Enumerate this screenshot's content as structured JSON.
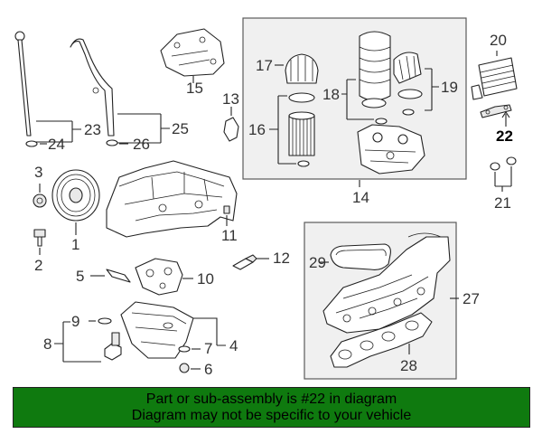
{
  "diagram": {
    "callouts": {
      "c1": "1",
      "c2": "2",
      "c3": "3",
      "c4": "4",
      "c5": "5",
      "c6": "6",
      "c7": "7",
      "c8": "8",
      "c9": "9",
      "c10": "10",
      "c11": "11",
      "c12": "12",
      "c13": "13",
      "c14": "14",
      "c15": "15",
      "c16": "16",
      "c17": "17",
      "c18": "18",
      "c19": "19",
      "c20": "20",
      "c21": "21",
      "c22": "22",
      "c23": "23",
      "c24": "24",
      "c25": "25",
      "c26": "26",
      "c27": "27",
      "c28": "28",
      "c29": "29"
    },
    "highlighted_part": "22",
    "colors": {
      "banner": "#0f7a0f",
      "group_box": "#f0f0f0",
      "line": "#222222"
    }
  },
  "banner": {
    "line1": "Part or sub-assembly is #22 in diagram",
    "line2": "Diagram may not be specific to your vehicle"
  }
}
